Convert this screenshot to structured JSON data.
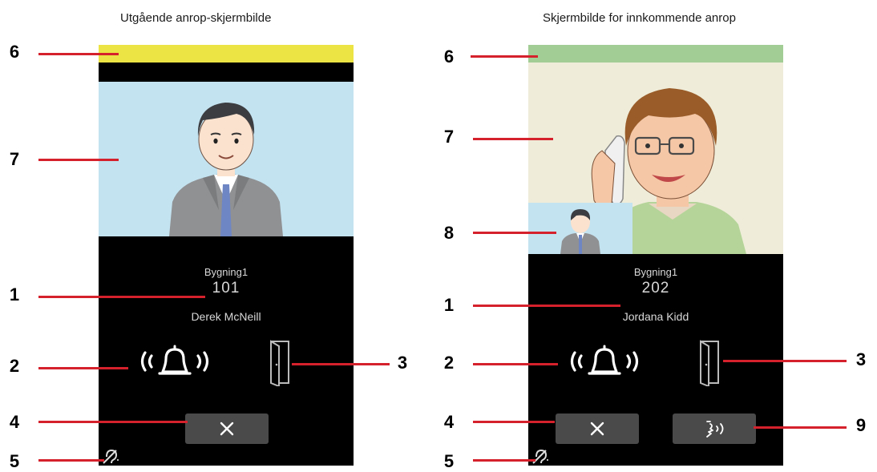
{
  "left": {
    "caption": "Utgående anrop-skjermbilde",
    "status_color": "#ece444",
    "building": "Bygning1",
    "room": "101",
    "name": "Derek McNeill"
  },
  "right": {
    "caption": "Skjermbilde for innkommende anrop",
    "status_color": "#a2cd95",
    "building": "Bygning1",
    "room": "202",
    "name": "Jordana Kidd"
  },
  "callouts": {
    "n1": "1",
    "n2": "2",
    "n3": "3",
    "n4": "4",
    "n5": "5",
    "n6": "6",
    "n7": "7",
    "n8": "8",
    "n9": "9"
  },
  "colors": {
    "callout_line": "#d4212b",
    "screen_bg": "#000000",
    "button_bg": "#4a4a4a"
  },
  "icons": [
    "bell-ringing-icon",
    "door-icon",
    "close-icon",
    "hearing-loop-icon",
    "speaker-voice-icon"
  ]
}
